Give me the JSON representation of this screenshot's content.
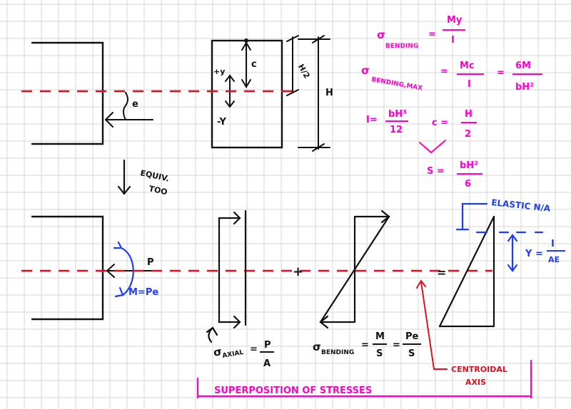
{
  "colors": {
    "grid": "#d7d7d7",
    "ink": "#111111",
    "red": "#e01020",
    "magenta": "#ff00cc",
    "blue": "#1e3cff"
  },
  "labels": {
    "e": "e",
    "plus_y": "+y",
    "minus_y": "-Y",
    "c": "c",
    "half_h": "H/2",
    "h": "H",
    "equiv_line1": "EQUIV.",
    "equiv_line2": "TOO",
    "p": "P",
    "moment": "M=Pe",
    "plus_sign": "+",
    "equals_sign": "=",
    "axial_formula": "σAXIAL = P / A",
    "bending_formula": "σBENDING = M / S = Pe / S",
    "elastic_na": "ELASTIC N/A",
    "y_formula": "Y = I / AE",
    "centroidal_axis_line1": "CENTROIDAL",
    "centroidal_axis_line2": "AXIS",
    "title": "SUPERPOSITION OF STRESSES"
  },
  "formulas": {
    "bending": "σBENDING = My / I",
    "bending_max": "σBENDING,MAX = Mc / I = 6M / bH²",
    "inertia": "I = bH³ / 12",
    "c_value": "c = H / 2",
    "section_modulus": "S = bH² / 6"
  }
}
